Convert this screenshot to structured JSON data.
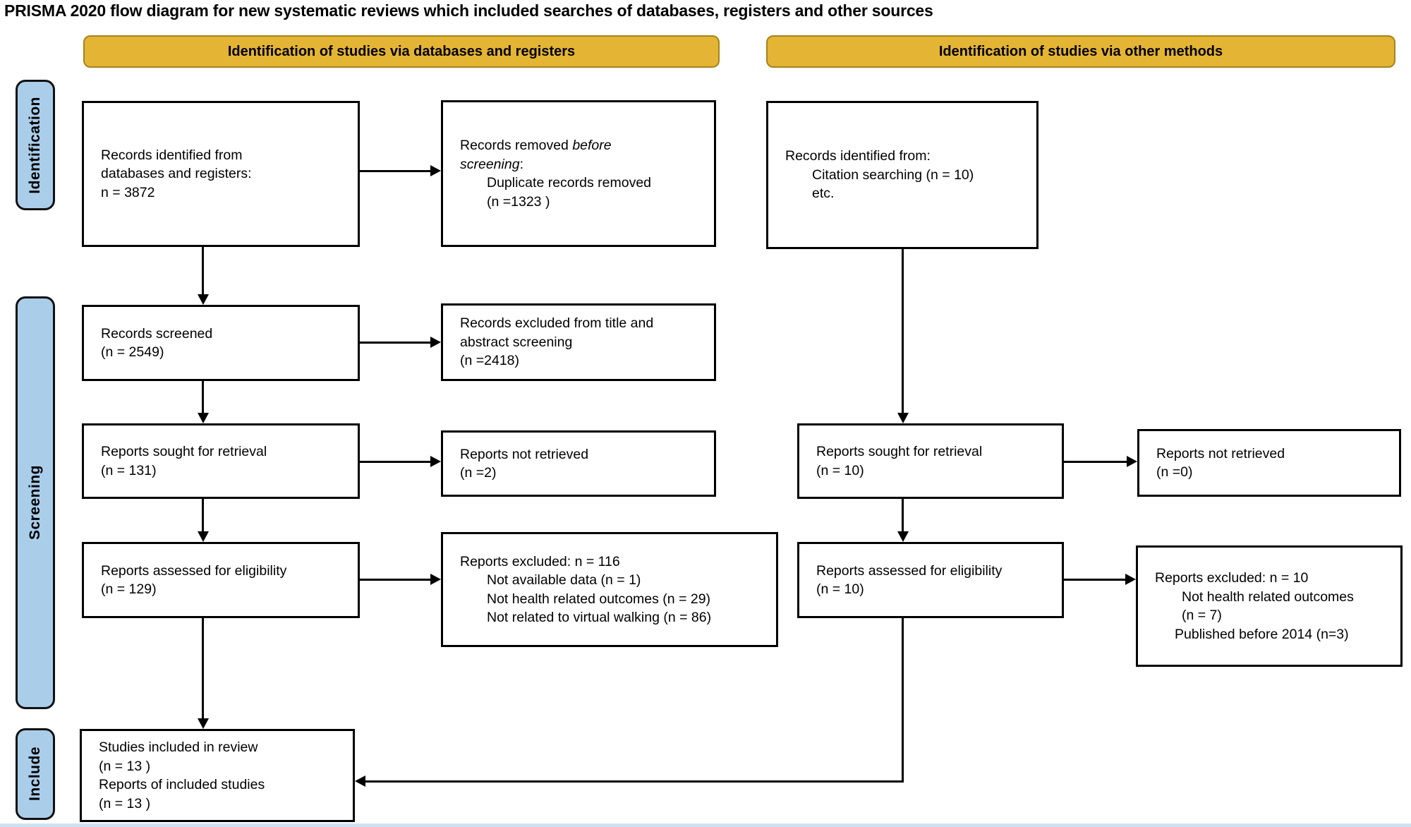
{
  "title": "PRISMA 2020 flow diagram for new systematic reviews which included searches of databases, registers and other sources",
  "banners": {
    "databases": "Identification of studies via databases and registers",
    "other": "Identification of studies via other methods"
  },
  "stages": {
    "identification": "Identification",
    "screening": "Screening",
    "include": "Include"
  },
  "boxes": {
    "records_identified_db": {
      "lines": [
        "Records identified from",
        "databases and registers:",
        "n = 3872"
      ]
    },
    "records_removed": {
      "l1_normal": "Records removed ",
      "l1_italic": "before",
      "l2_italic": "screening",
      "l2_normal": ":",
      "l3": "Duplicate records removed",
      "l4": "(n =1323 )"
    },
    "records_identified_other": {
      "l1": "Records identified from:",
      "l2": "Citation searching (n = 10)",
      "l3": "etc."
    },
    "records_screened": {
      "lines": [
        "Records screened",
        "(n = 2549)"
      ]
    },
    "records_excluded": {
      "lines": [
        "Records excluded from title and",
        "abstract screening",
        "(n =2418)"
      ]
    },
    "reports_sought_db": {
      "lines": [
        "Reports sought for retrieval",
        "(n = 131)"
      ]
    },
    "reports_not_retrieved_db": {
      "lines": [
        "Reports not retrieved",
        "(n =2)"
      ]
    },
    "reports_sought_other": {
      "lines": [
        "Reports sought for retrieval",
        "(n = 10)"
      ]
    },
    "reports_not_retrieved_other": {
      "lines": [
        "Reports not retrieved",
        "(n =0)"
      ]
    },
    "reports_assessed_db": {
      "lines": [
        "Reports assessed for eligibility",
        "(n = 129)"
      ]
    },
    "reports_excluded_db": {
      "l1": "Reports excluded: n = 116",
      "l2": "Not available data (n = 1)",
      "l3": "Not health related outcomes (n = 29)",
      "l4": "Not related to virtual walking (n = 86)"
    },
    "reports_assessed_other": {
      "lines": [
        "Reports assessed for eligibility",
        "(n = 10)"
      ]
    },
    "reports_excluded_other": {
      "l1": "Reports excluded: n = 10",
      "l2": "Not health related outcomes",
      "l3": "(n = 7)",
      "l4": "Published before 2014 (n=3)"
    },
    "studies_included": {
      "lines": [
        "Studies included in review",
        "(n = 13 )",
        "Reports of included studies",
        "(n = 13 )"
      ]
    }
  },
  "colors": {
    "banner_fill": "#E4B434",
    "banner_border": "#A3841E",
    "stage_fill": "#AACDEA",
    "box_border": "#000000",
    "arrow": "#000000"
  }
}
